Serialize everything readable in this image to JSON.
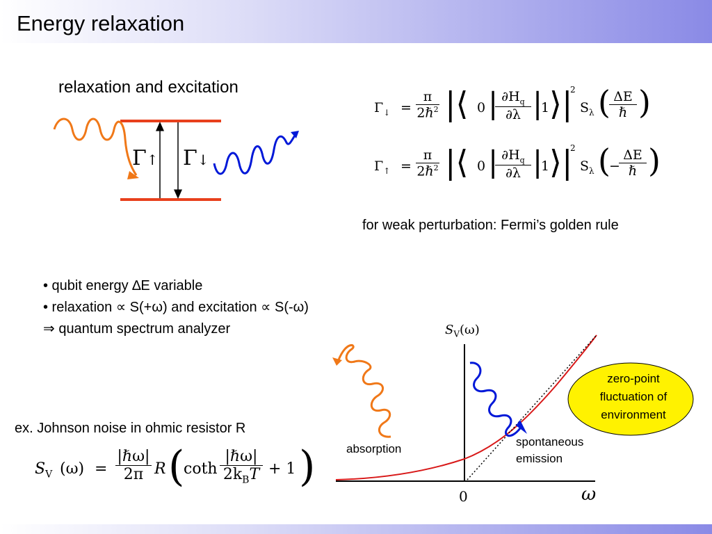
{
  "slide": {
    "title": "Energy relaxation"
  },
  "level_diagram": {
    "heading": "relaxation and excitation",
    "gamma_up": "Γ",
    "gamma_up_sub": "↑",
    "gamma_down": "Γ",
    "gamma_down_sub": "↓",
    "colors": {
      "levels": "#e8401c",
      "absorbed_photon": "#f07818",
      "emitted_photon": "#0018d8"
    }
  },
  "formulas": {
    "gamma_down_lhs": "Γ",
    "gamma_down_sub": "↓",
    "gamma_up_lhs": "Γ",
    "gamma_up_sub": "↑",
    "equals": "=",
    "pi": "π",
    "two_hbar_sq": "2ℏ",
    "sq": "2",
    "zero": "0",
    "one": "1",
    "dH": "∂H",
    "dH_sub": "q",
    "dlambda": "∂λ",
    "S": "S",
    "S_sub": "λ",
    "dE": "ΔE",
    "minus_dE": "ΔE",
    "minus": "−",
    "hbar": "ℏ",
    "caption": "for weak perturbation: Fermi’s golden rule"
  },
  "bullets": [
    "• qubit energy ∆E variable",
    "• relaxation ∝ S(+ω) and excitation ∝ S(-ω)",
    "⇒ quantum spectrum analyzer"
  ],
  "johnson": {
    "label": "ex. Johnson noise in ohmic resistor R",
    "S": "S",
    "S_sub": "V",
    "omega_arg": "(ω)",
    "equals": "=",
    "num1": "|ℏω|",
    "den1": "2π",
    "R": "R",
    "coth": "coth",
    "num2": "|ℏω|",
    "den2": "2k",
    "den2_sub": "B",
    "den2_T": "T",
    "plus_one": "+ 1"
  },
  "plot": {
    "y_label": "S",
    "y_label_sub": "V",
    "y_label_arg": "(ω)",
    "x_label": "ω",
    "origin_label": "0",
    "absorption_label": "absorption",
    "spontaneous_label": "spontaneous",
    "emission_label": "emission",
    "bubble_line1": "zero-point",
    "bubble_line2": "fluctuation of",
    "bubble_line3": "environment",
    "colors": {
      "curve": "#d81818",
      "bubble_fill": "#fff200",
      "absorption_photon": "#f07818",
      "emission_photon": "#0018d8"
    }
  }
}
